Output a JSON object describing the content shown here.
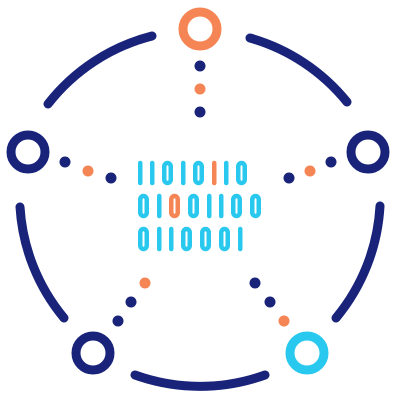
{
  "colors": {
    "navy": "#19237a",
    "orange": "#f58554",
    "cyan": "#29c8ee",
    "background": "#ffffff"
  },
  "icon": {
    "name": "data-network-icon",
    "binary_rows": [
      "11010110",
      "01001100",
      "0110001"
    ],
    "highlighted_digits": [
      {
        "row": 0,
        "index": 5
      },
      {
        "row": 1,
        "index": 2
      }
    ]
  }
}
